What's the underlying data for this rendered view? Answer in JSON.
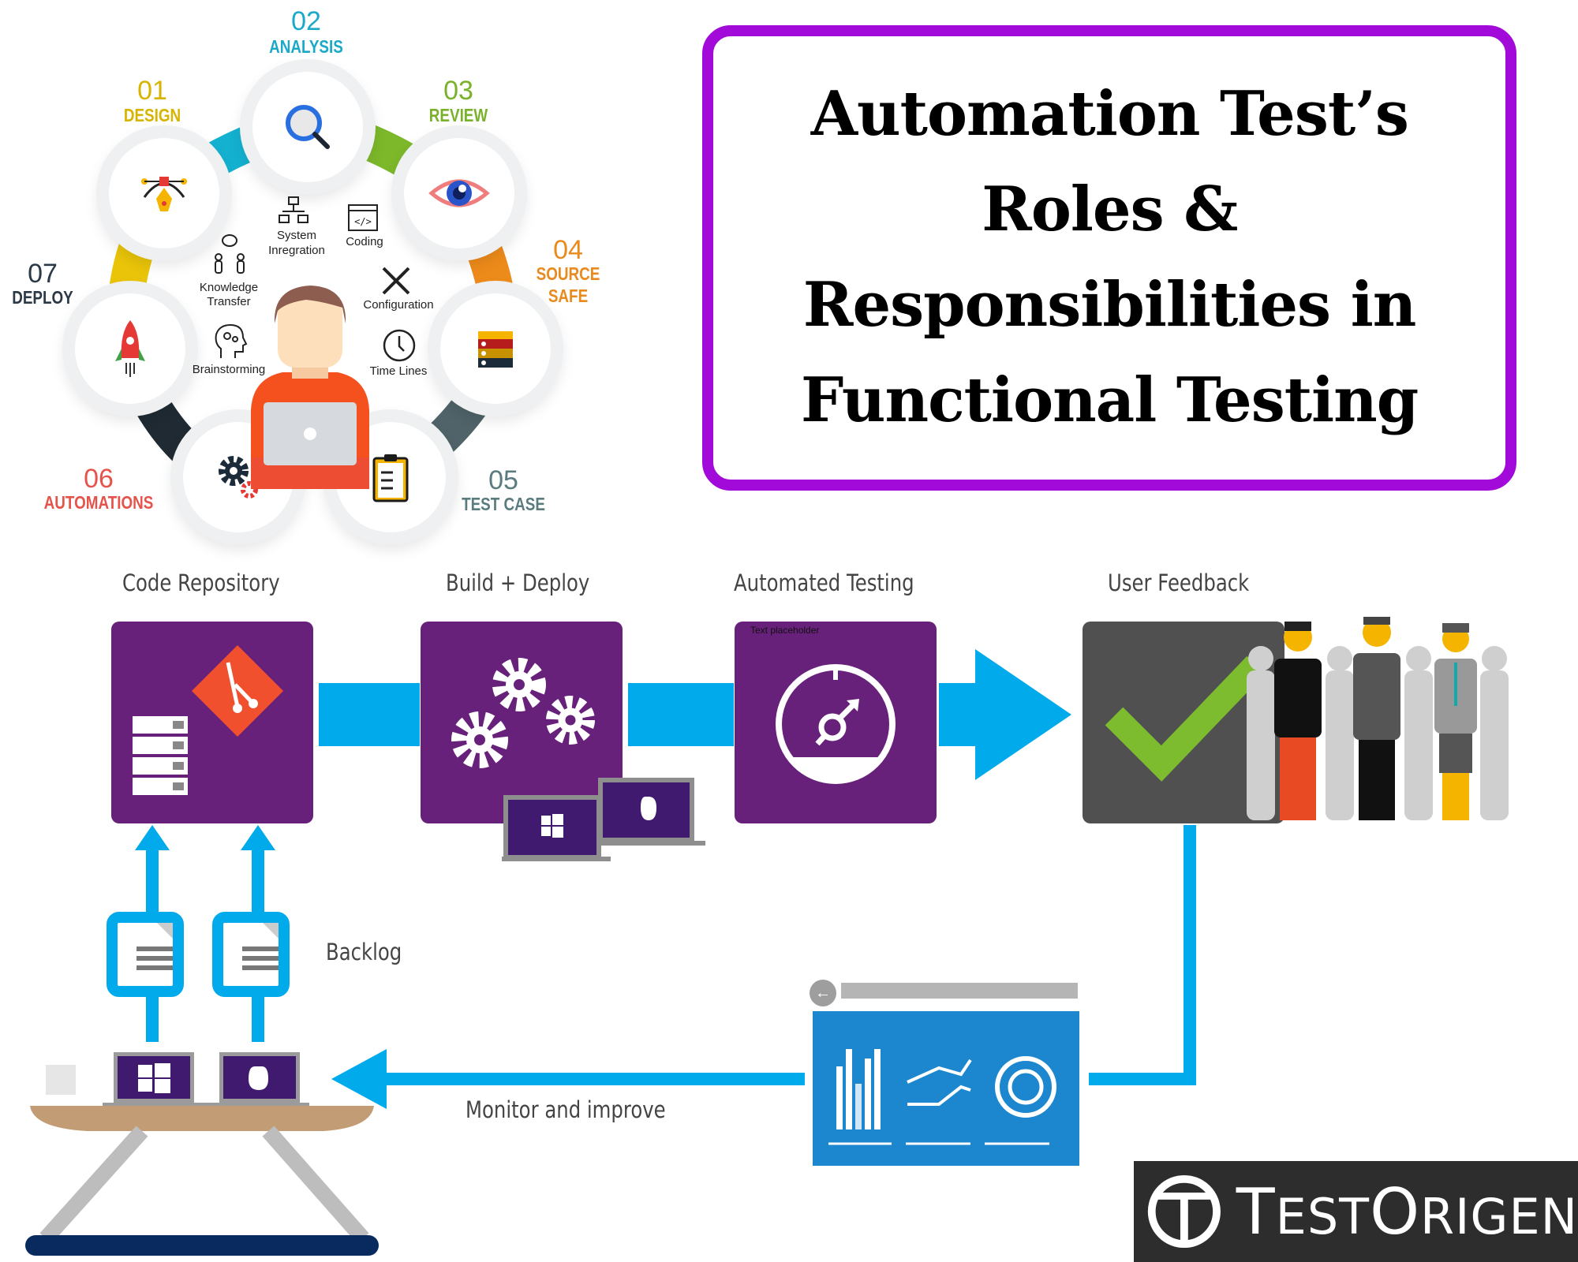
{
  "title": {
    "lines": [
      "Automation Test’s",
      "Roles &",
      "Responsibilities in",
      "Functional Testing"
    ],
    "border_color": "#a10ad8"
  },
  "cycle": {
    "steps": [
      {
        "num": "01",
        "label": "DESIGN",
        "color": "#d7b400",
        "icon": "pen-tool-icon"
      },
      {
        "num": "02",
        "label": "ANALYSIS",
        "color": "#1aa9c9",
        "icon": "magnifier-icon"
      },
      {
        "num": "03",
        "label": "REVIEW",
        "color": "#79b22a",
        "icon": "eye-icon"
      },
      {
        "num": "04",
        "label_line1": "SOURCE",
        "label_line2": "SAFE",
        "color": "#e98a1e",
        "icon": "server-stack-icon"
      },
      {
        "num": "05",
        "label": "TEST CASE",
        "color": "#5a7c7e",
        "icon": "clipboard-icon"
      },
      {
        "num": "06",
        "label": "AUTOMATIONS",
        "color": "#e5534b",
        "icon": "gears-icon"
      },
      {
        "num": "07",
        "label": "DEPLOY",
        "color": "#2b3946",
        "icon": "rocket-icon"
      }
    ],
    "inner_items": [
      {
        "label_line1": "System",
        "label_line2": "Inregration",
        "icon": "network-icon"
      },
      {
        "label": "Coding",
        "icon": "code-window-icon"
      },
      {
        "label_line1": "Knowledge",
        "label_line2": "Transfer",
        "icon": "people-talk-icon"
      },
      {
        "label": "Configuration",
        "icon": "tools-icon"
      },
      {
        "label": "Brainstorming",
        "icon": "head-gears-icon"
      },
      {
        "label": "Time Lines",
        "icon": "clock-icon"
      }
    ]
  },
  "pipeline": {
    "stages": [
      {
        "label": "Code Repository",
        "icon": "git-repo-icon",
        "bg": "#68217a"
      },
      {
        "label": "Build + Deploy",
        "icon": "gears-icon",
        "bg": "#68217a"
      },
      {
        "label": "Automated Testing",
        "icon": "speedometer-icon",
        "bg": "#68217a",
        "placeholder": "Text placeholder"
      },
      {
        "label": "User Feedback",
        "icon": "checkmark-icon",
        "bg": "#505050"
      }
    ],
    "connector_color": "#00aaeb",
    "backlog_label": "Backlog",
    "monitor_label": "Monitor and improve"
  },
  "logo": {
    "t": "T",
    "est": "EST",
    "o": "O",
    "rigen": "RIGEN"
  }
}
